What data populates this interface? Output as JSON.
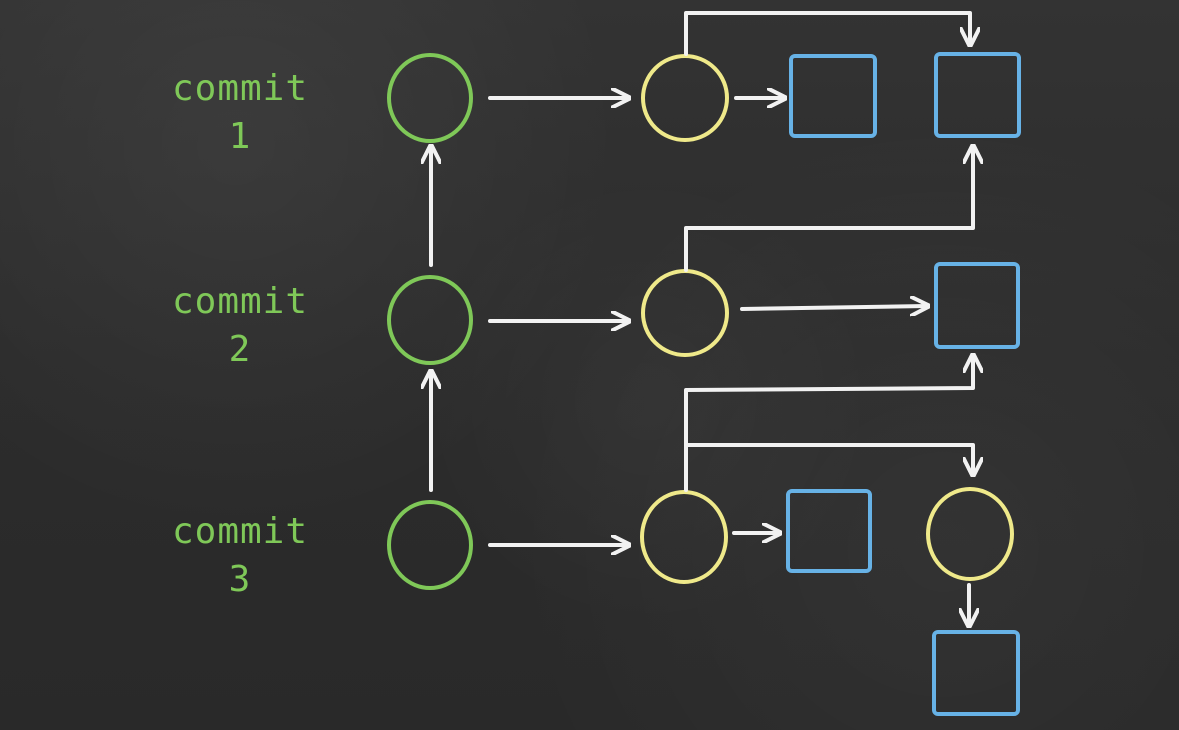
{
  "commits": [
    {
      "word": "commit",
      "number": "1"
    },
    {
      "word": "commit",
      "number": "2"
    },
    {
      "word": "commit",
      "number": "3"
    }
  ],
  "colors": {
    "commit": "#7fc858",
    "tree": "#efe98a",
    "blob": "#67b2e6",
    "arrow": "#f2f2f2",
    "board": "#2f2f2f"
  }
}
